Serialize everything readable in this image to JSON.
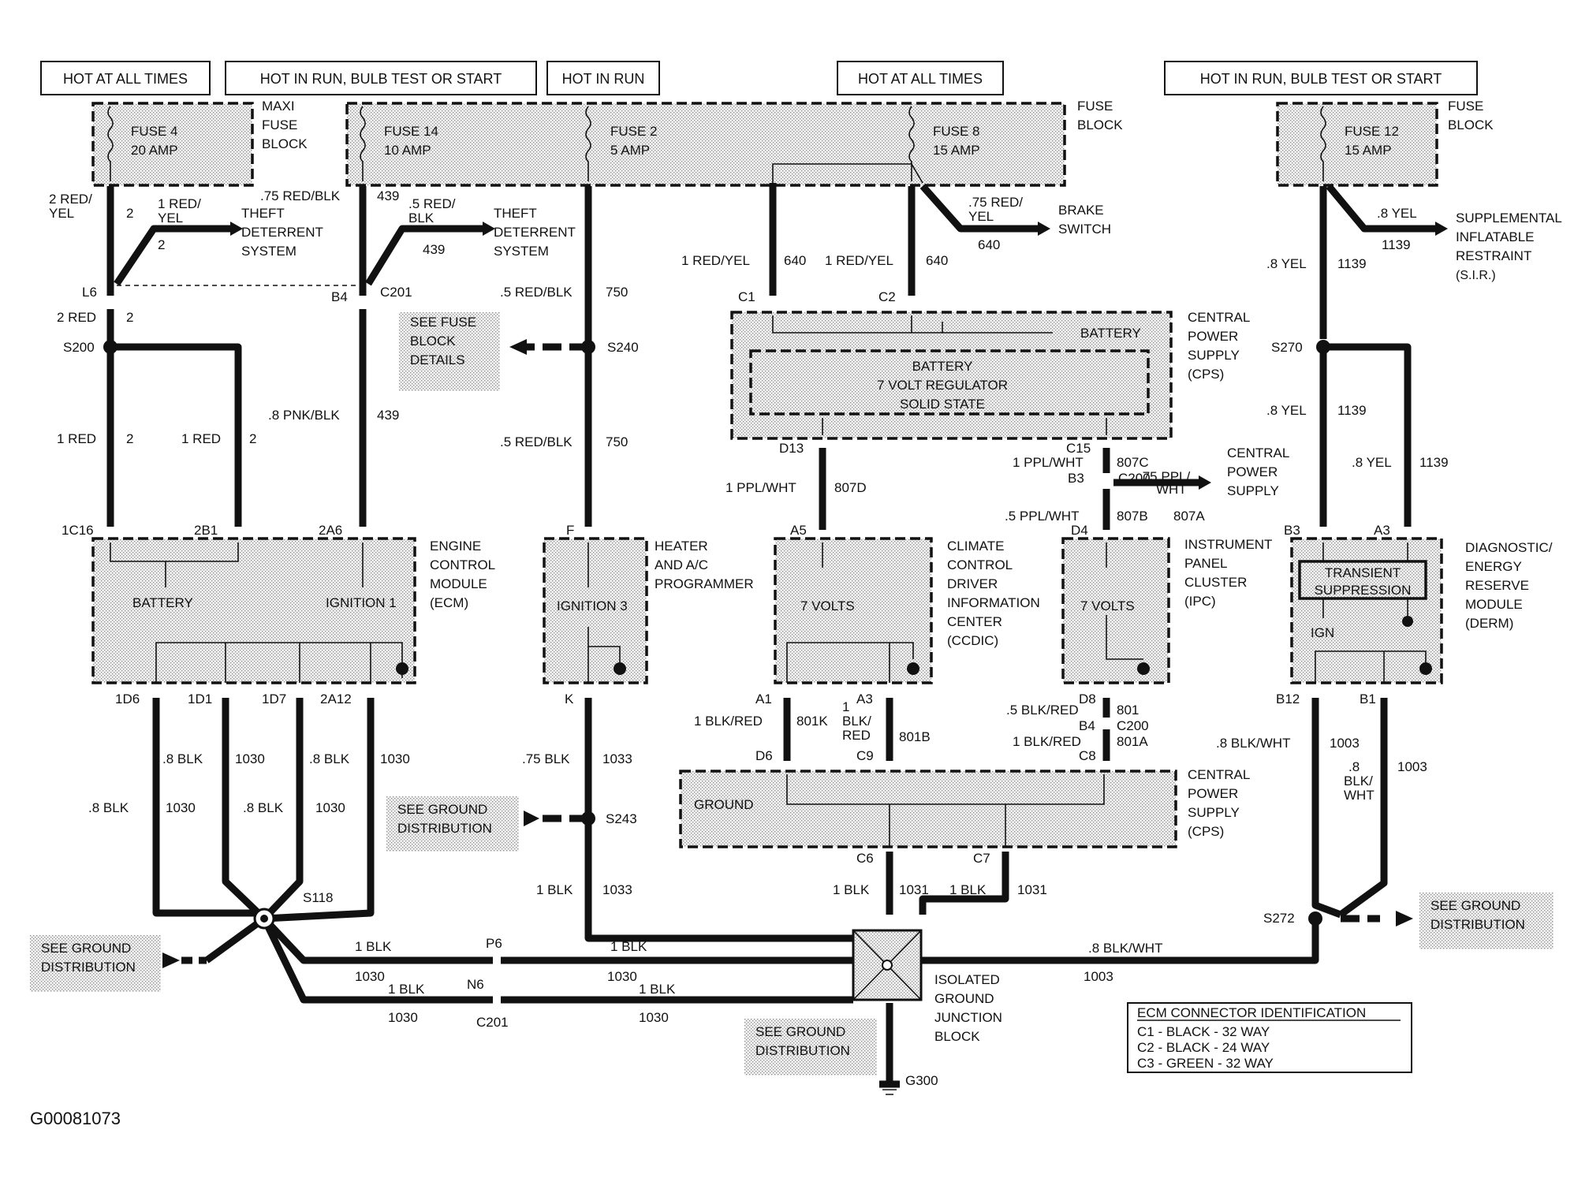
{
  "supply_headers": [
    {
      "id": "h1",
      "text": "HOT AT ALL TIMES"
    },
    {
      "id": "h2",
      "text": "HOT IN RUN, BULB TEST OR START"
    },
    {
      "id": "h3",
      "text": "HOT IN RUN"
    },
    {
      "id": "h4",
      "text": "HOT AT ALL TIMES"
    },
    {
      "id": "h5",
      "text": "HOT IN RUN, BULB TEST OR START"
    }
  ],
  "fuse_blocks": {
    "maxi": [
      "MAXI",
      "FUSE",
      "BLOCK"
    ],
    "main": [
      "FUSE",
      "BLOCK"
    ],
    "right": [
      "FUSE",
      "BLOCK"
    ]
  },
  "fuses": [
    {
      "name": "FUSE 4",
      "rating": "20 AMP"
    },
    {
      "name": "FUSE 14",
      "rating": "10 AMP"
    },
    {
      "name": "FUSE 2",
      "rating": "5 AMP"
    },
    {
      "name": "FUSE 8",
      "rating": "15 AMP"
    },
    {
      "name": "FUSE 12",
      "rating": "15 AMP"
    }
  ],
  "branches": {
    "theft1": [
      "THEFT",
      "DETERRENT",
      "SYSTEM"
    ],
    "theft2": [
      "THEFT",
      "DETERRENT",
      "SYSTEM"
    ],
    "brake": [
      "BRAKE",
      "SWITCH"
    ],
    "sir": [
      "SUPPLEMENTAL",
      "INFLATABLE",
      "RESTRAINT",
      "(S.I.R.)"
    ],
    "cps_out": [
      "CENTRAL",
      "POWER",
      "SUPPLY"
    ]
  },
  "modules": {
    "ecm": {
      "label": [
        "ENGINE",
        "CONTROL",
        "MODULE",
        "(ECM)"
      ],
      "inner": [
        "BATTERY",
        "IGNITION 1"
      ]
    },
    "hvac": {
      "label": [
        "HEATER",
        "AND A/C",
        "PROGRAMMER"
      ],
      "inner": [
        "IGNITION 3"
      ]
    },
    "cps_top": {
      "label": [
        "CENTRAL",
        "POWER",
        "SUPPLY",
        "(CPS)"
      ],
      "inner": [
        "BATTERY",
        "BATTERY",
        "7 VOLT REGULATOR",
        "SOLID STATE"
      ]
    },
    "ccdic": {
      "label": [
        "CLIMATE",
        "CONTROL",
        "DRIVER",
        "INFORMATION",
        "CENTER",
        "(CCDIC)"
      ],
      "inner": [
        "7 VOLTS"
      ]
    },
    "ipc": {
      "label": [
        "INSTRUMENT",
        "PANEL",
        "CLUSTER",
        "(IPC)"
      ],
      "inner": [
        "7 VOLTS"
      ]
    },
    "derm": {
      "label": [
        "DIAGNOSTIC/",
        "ENERGY",
        "RESERVE",
        "MODULE",
        "(DERM)"
      ],
      "inner": [
        "TRANSIENT",
        "SUPPRESSION",
        "IGN"
      ]
    },
    "cps_bot": {
      "label": [
        "CENTRAL",
        "POWER",
        "SUPPLY",
        "(CPS)"
      ],
      "inner": [
        "GROUND"
      ]
    },
    "igjb": {
      "label": [
        "ISOLATED",
        "GROUND",
        "JUNCTION",
        "BLOCK"
      ]
    }
  },
  "references": {
    "fuse_details": [
      "SEE FUSE",
      "BLOCK",
      "DETAILS"
    ],
    "ground_dist": [
      "SEE GROUND",
      "DISTRIBUTION"
    ]
  },
  "wire_labels": [
    "2 RED/",
    "YEL",
    "2",
    "1 RED/",
    "YEL",
    "2",
    ".75 RED/BLK",
    "439",
    ".5 RED/",
    "BLK",
    "439",
    "1 RED/YEL",
    "640",
    "1 RED/YEL",
    "640",
    ".75 RED/",
    "YEL",
    "640",
    ".8 YEL",
    "1139",
    ".8 YEL",
    "1139",
    "2 RED",
    "2",
    "1 RED",
    "2",
    "1 RED",
    "2",
    ".8 PNK/BLK",
    "439",
    ".5 RED/BLK",
    "750",
    ".5 RED/BLK",
    "750",
    ".8 YEL",
    "1139",
    ".8 YEL",
    "1139",
    "1 PPL/WHT",
    "807D",
    "1 PPL/WHT",
    "807C",
    ".75 PPL/",
    "WHT",
    "807A",
    ".5 PPL/WHT",
    "807B",
    "1 BLK/RED",
    "801K",
    "1",
    "BLK/",
    "RED",
    "801B",
    ".5 BLK/RED",
    "801",
    "1 BLK/RED",
    "801A",
    ".8 BLK",
    "1030",
    ".8 BLK",
    "1030",
    ".8 BLK",
    "1030",
    ".8 BLK",
    "1030",
    ".75 BLK",
    "1033",
    "1 BLK",
    "1033",
    "1 BLK",
    "1031",
    "1 BLK",
    "1031",
    ".8 BLK/WHT",
    "1003",
    ".8",
    "BLK/",
    "WHT",
    "1003",
    "1 BLK",
    "1030",
    "1 BLK",
    "1030",
    "1 BLK",
    "1030",
    "1 BLK",
    "1030",
    ".8 BLK/WHT",
    "1003"
  ],
  "connectors": [
    "L6",
    "B4",
    "C201",
    "C1",
    "C2",
    "S200",
    "S240",
    "S270",
    "D13",
    "C15",
    "B3",
    "C200",
    "D4",
    "1C16",
    "2B1",
    "2A6",
    "F",
    "A5",
    "B3",
    "A3",
    "1D6",
    "1D1",
    "1D7",
    "2A12",
    "K",
    "A1",
    "A3",
    "D8",
    "B4",
    "C200",
    "C8",
    "D6",
    "C9",
    "B12",
    "B1",
    "S243",
    "C6",
    "C7",
    "S118",
    "S272",
    "P6",
    "N6",
    "C201",
    "G300"
  ],
  "ecm_id": {
    "title": "ECM CONNECTOR IDENTIFICATION",
    "rows": [
      "C1 - BLACK - 32 WAY",
      "C2 - BLACK - 24 WAY",
      "C3 - GREEN - 32 WAY"
    ]
  },
  "figure_id": "G00081073"
}
